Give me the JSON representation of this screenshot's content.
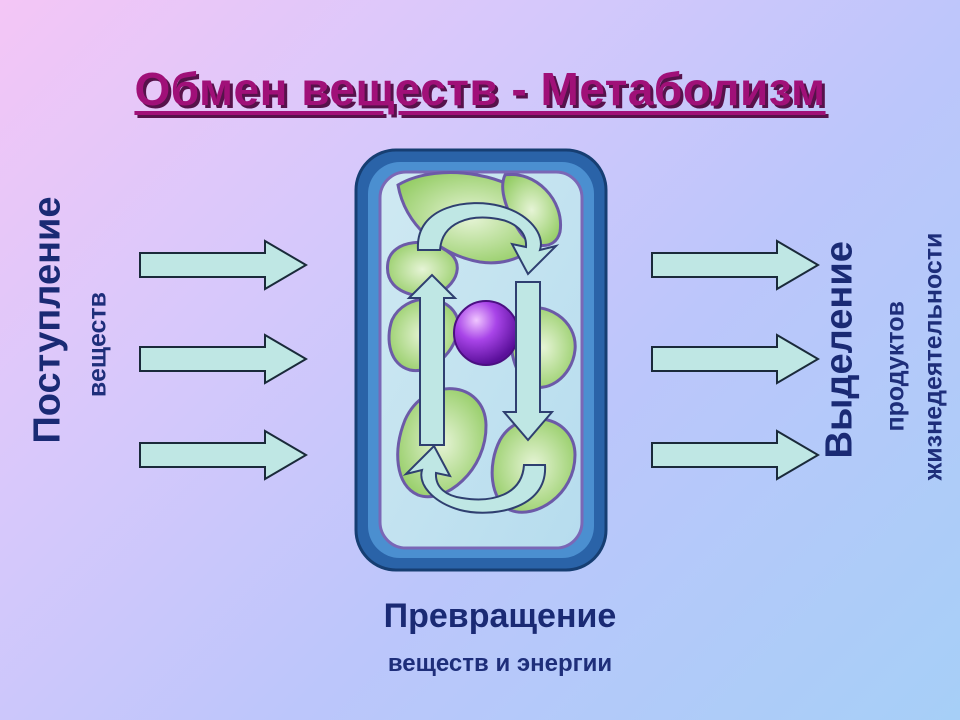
{
  "title": "Обмен веществ - Метаболизм",
  "left": {
    "main": "Поступление",
    "sub": "веществ"
  },
  "right": {
    "main": "Выделение",
    "sub1": "продуктов",
    "sub2": "жизнедеятельности"
  },
  "bottom": {
    "main": "Превращение",
    "sub": "веществ и энергии"
  },
  "colors": {
    "title": "#a01078",
    "text": "#1a2a74",
    "arrow_fill": "#bfe7e4",
    "arrow_stroke": "#1a2a3a",
    "cell_border": "#2e6fb0",
    "chloroplast": "#a7d67a",
    "nucleus": "#8a2bd0"
  }
}
